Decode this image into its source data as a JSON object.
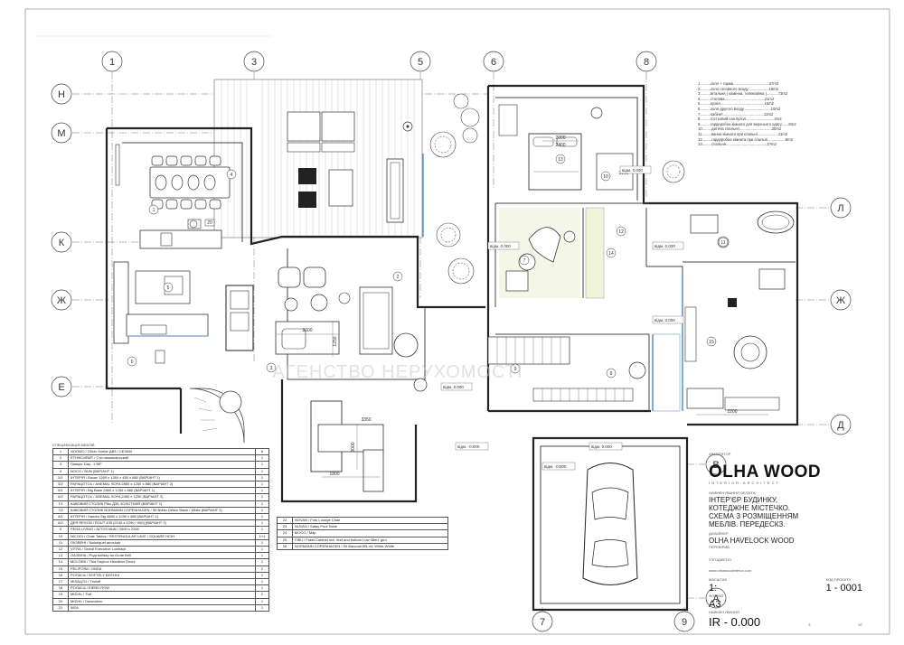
{
  "axes_top": [
    "1",
    "3",
    "5",
    "6",
    "8"
  ],
  "axes_bottom": [
    "7",
    "9"
  ],
  "axes_left": [
    "Н",
    "М",
    "К",
    "Ж",
    "Е"
  ],
  "axes_right": [
    "Л",
    "Ж",
    "Д",
    "В",
    "А"
  ],
  "room_labels": {
    "r1": "1",
    "r2": "2",
    "r3": "3",
    "r4": "4",
    "r5": "5",
    "r6": "6",
    "r7": "7",
    "r8": "8",
    "r9": "9",
    "r10": "10",
    "r11": "11",
    "r12": "12",
    "r13": "13",
    "r14": "14",
    "r15": "15",
    "r20": "20"
  },
  "dims": {
    "d1": "2600",
    "d2": "1250",
    "d3": "3000",
    "d4": "1800",
    "d5": "3350",
    "d6": "2000",
    "d7": "2400",
    "d8": "2200",
    "d9": "3000"
  },
  "levels": {
    "l1": "відм. 0.000",
    "l2": "відм. 0.000",
    "l3": "відм. 0.000",
    "l4": "відм. 0.000",
    "l5": "відм. -0.000",
    "l6": "відм. 0.000",
    "l7": "відм. -0.000",
    "l8": "відм. 0.000"
  },
  "areas": [
    "1..........холл + гараж..................................37m2",
    "2..........холл головного входу....................18m2",
    "3..........вітальня ( камінна, телевізійна )...........73m2",
    "4..........столова......................................21m2",
    "5..........кухня..........................................15m2",
    "6..........холл другого входу..........................10m2",
    "7..........кабінет.......................................12m2",
    "8..........гостьовий сан.вузол...........................4m2",
    "9..........гардеробна кімната для верхнього одягу.......8m2",
    "10.........дитяча спальня...............................20m2",
    "11.........ванна кімната при спальні....................11m2",
    "12.........гардеробна кімната при спальні.................8m2",
    "13.........спальня.......................................2?m2"
  ],
  "furniture_title": "СПЕЦИФІКАЦІЯ МЕБЛІВ",
  "furniture": [
    {
      "n": "1",
      "t": "NOOMO / Olivin Oxelar ДВЗ / СЕЗАМ",
      "q": "6"
    },
    {
      "n": "2",
      "t": "ЕТНІКСИВИТ / Стіл вишиканський",
      "q": "1"
    },
    {
      "n": "3",
      "t": "Ланцюг Day...1 BIF",
      "q": "1"
    },
    {
      "n": "4",
      "t": "NOCO / BUN (ВАРІАНТ 1)",
      "q": "1"
    },
    {
      "n": "5/1",
      "t": "ІНТЕРІЯ / Базис 1260 x 1260 x 450 x 880 (ВАРІАНТ 1)",
      "q": "1"
    },
    {
      "n": "5/2",
      "t": "РАРАЦОТСЬ / ANEMAL SOFA 2860 x 1250 x 880 (ВАРІАНТ 2)",
      "q": "1"
    },
    {
      "n": "6/1",
      "t": "ІНТЕРІЯ / Big Base 2860 x 1250 x 880 (ВАРІАНТ 1)",
      "q": "1"
    },
    {
      "n": "6/2",
      "t": "РАРАЦОТСЬ / ANEMAL SOFA 2460 x 1250 (ВАРІАНТ 2)",
      "q": "1"
    },
    {
      "n": "7/1",
      "t": "КАВОВИЙ СТОЛИК Piko ДЗБ ЗОЛОТНИЙ (ВАРІАНТ 1)",
      "q": "1"
    },
    {
      "n": "7/2",
      "t": "КАВОВИЙ СТОЛИК NORMANN COPENHAGEN / Sit Bulan Desco Black / White (ВАРІАНТ 2)",
      "q": "1"
    },
    {
      "n": "8/1",
      "t": "ІНТЕРІЯ / Sandro Sig 4880 x 1290 x 880 (ВАРІАНТ 1)",
      "q": "1"
    },
    {
      "n": "8/2",
      "t": "ДЕЯ RESON / ROUT 435 (2140 x 1290 / 900) (ВАРІАНТ 2)",
      "q": "1"
    },
    {
      "n": "9",
      "t": "РЕНА LIVING / ALTOS Multi / 2600 x 2500",
      "q": "1"
    },
    {
      "n": "10",
      "t": "NICODI / Chair Tables / RESTENGULAR LAVE / SQUARE HIGH",
      "q": "1+1"
    },
    {
      "n": "11",
      "t": "ОКЗВЕНІ / Naturiquel armchair",
      "q": "1"
    },
    {
      "n": "12",
      "t": "VITRA / Grand Executive Lowback",
      "q": "1"
    },
    {
      "n": "13",
      "t": "ОАЗВІНА / Роді holiday an Grote Brill",
      "q": "1"
    },
    {
      "n": "14",
      "t": "MOLTANI / Tiba Haybox Henditan Doors",
      "q": "1"
    },
    {
      "n": "15",
      "t": "PELIPOINI / ONDA",
      "q": "2"
    },
    {
      "n": "16",
      "t": "РОПАСА / SOFTELY БЕЄННІ",
      "q": "1"
    },
    {
      "n": "17",
      "t": "МІЛАЦТО / Tiroloff",
      "q": "1"
    },
    {
      "n": "18",
      "t": "РОПАСА / EIERD ROW",
      "q": "1"
    },
    {
      "n": "19",
      "t": "МІЄНЬ / Turf",
      "q": "2"
    },
    {
      "n": "20",
      "t": "МІЄНЬ / Dawnaben",
      "q": "1"
    },
    {
      "n": "21",
      "t": "ІКЕА",
      "q": "1"
    }
  ],
  "furniture2": [
    {
      "n": "22",
      "t": "NOVAN / Fork Lounge Chair"
    },
    {
      "n": "23",
      "t": "NUVAN / Satay Pool Table"
    },
    {
      "n": "24",
      "t": "МОСО / Мар"
    },
    {
      "n": "25",
      "t": "ЛІВЧ / Fakel Cabinet incl. feet and bottom Low 48m1 grro"
    },
    {
      "n": "26",
      "t": "NORMANN COPENHAGEN / Sit Bancoal Ø5-m1 White-White"
    }
  ],
  "title_block": {
    "architect_label": "АРХІТЕКТОР",
    "logo": "OLHA WOOD",
    "logo_sub": "INTERIOR ARCHITECT",
    "project_label": "НАЙМЕНУВАННЯ ОБ'ЄКТА",
    "project_line1": "ІНТЕР'ЄР БУДИНКУ,",
    "project_line2": "КОТЕДЖНЕ МІСТЕЧКО.",
    "project_line3": "СХЕМА З РОЗМІЩЕННЯМ",
    "project_line4": "МЕБЛІВ. ПЕРЕДЕСКЗ.",
    "designer_label": "ДИЗАЙНЕР",
    "designer": "OLHA HAVELOCK WOOD",
    "checked_label": "ПЕРЕВІРИВ",
    "agreed_label": "УЗГОДЖЕНО",
    "site": "www.olhawoodinterior.com",
    "scale_label": "МАСШТАБ",
    "scale": "1:",
    "sheet_no_label": "КОД ПРОЕКТУ",
    "sheet_no": "1 - 0001",
    "format_label": "ФОРМАТ",
    "format": "А3",
    "level_label": "НАЙМЕНУВАННЯ",
    "level": "IR - 0.000",
    "page": "3",
    "pages": "57"
  },
  "watermark": "АГЕНСТВО НЕРУХОМОСТІ"
}
